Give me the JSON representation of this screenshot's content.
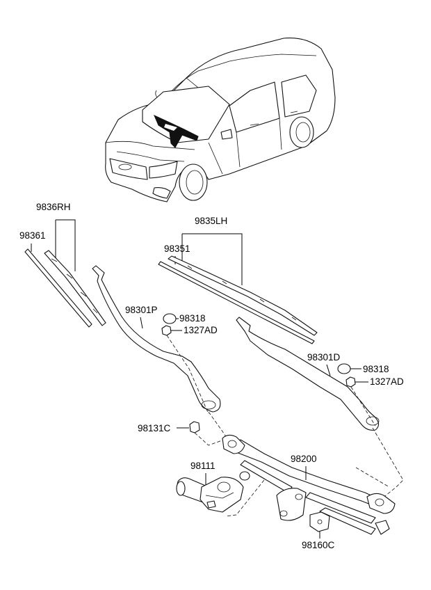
{
  "labels": {
    "wiper_blade_rh": "9836RH",
    "refill_rh": "98361",
    "wiper_blade_lh": "9835LH",
    "refill_lh": "98351",
    "arm_passenger": "98301P",
    "arm_driver": "98301D",
    "cap_1": "98318",
    "cap_2": "98318",
    "nut_1": "1327AD",
    "nut_2": "1327AD",
    "pivot_cap": "98131C",
    "motor": "98111",
    "linkage": "98200",
    "bracket": "98160C"
  }
}
